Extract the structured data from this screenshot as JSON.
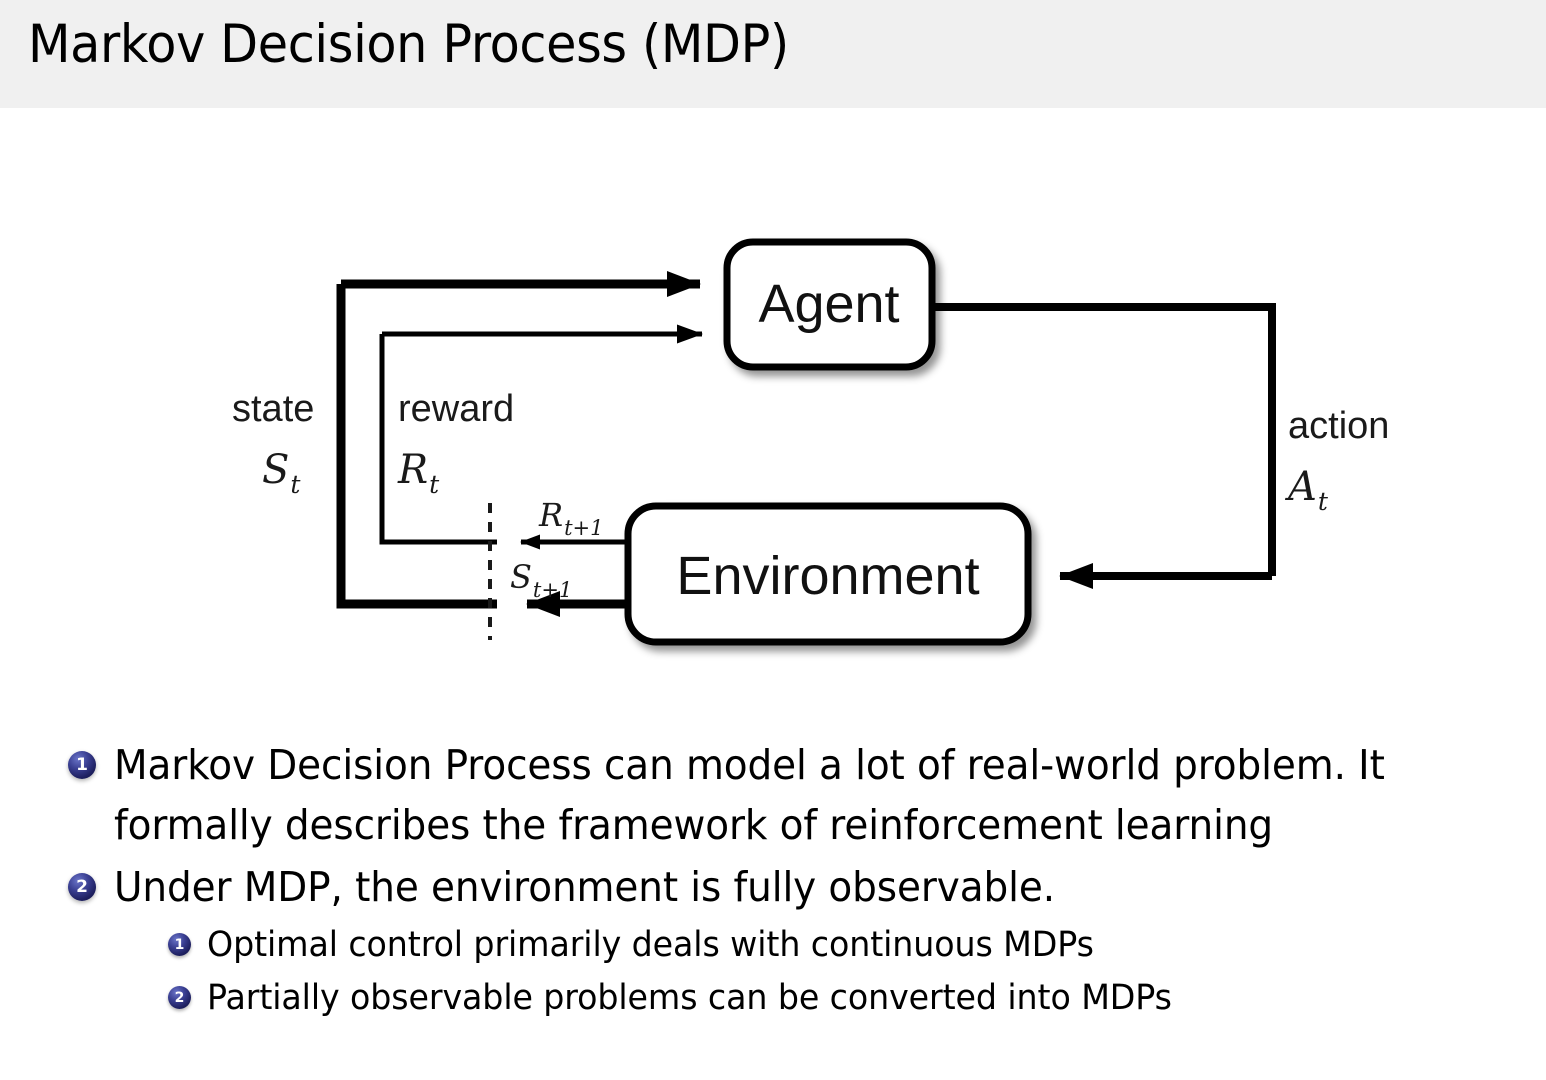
{
  "slide": {
    "title": "Markov Decision Process (MDP)",
    "header_bg": "#f0f0f0",
    "page_bg": "#ffffff"
  },
  "diagram": {
    "name": "agent-environment-interaction-loop",
    "nodes": {
      "agent": "Agent",
      "environment": "Environment"
    },
    "edges": {
      "state_word": "state",
      "state_symbol": "S",
      "state_subscript": "t",
      "reward_word": "reward",
      "reward_symbol": "R",
      "reward_subscript": "t",
      "action_word": "action",
      "action_symbol": "A",
      "action_subscript": "t",
      "next_reward_symbol": "R",
      "next_reward_subscript": "t+1",
      "next_state_symbol": "S",
      "next_state_subscript": "t+1"
    },
    "stroke_color": "#000000"
  },
  "bullets": {
    "badge_color": "#1d1f5e",
    "items": [
      {
        "number": "1",
        "lines": [
          "Markov Decision Process can model a lot of real-world problem.  It",
          "formally describes the framework of reinforcement learning"
        ],
        "children": []
      },
      {
        "number": "2",
        "lines": [
          "Under MDP, the environment is fully observable."
        ],
        "children": [
          {
            "number": "1",
            "text": "Optimal control primarily deals with continuous MDPs"
          },
          {
            "number": "2",
            "text": "Partially observable problems can be converted into MDPs"
          }
        ]
      }
    ]
  }
}
